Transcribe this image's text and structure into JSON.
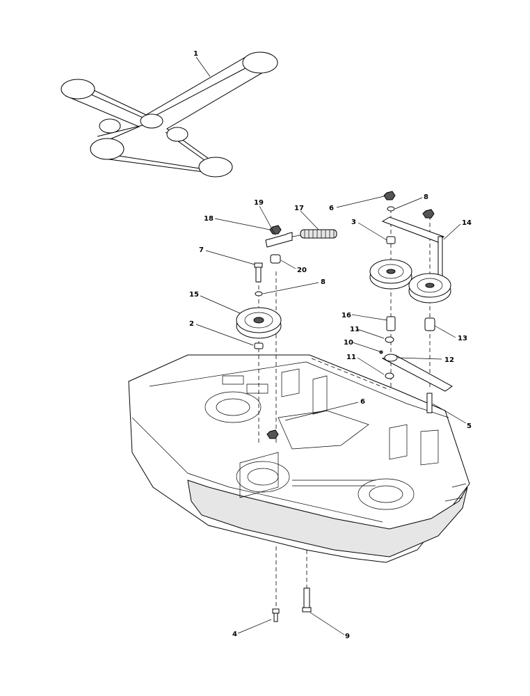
{
  "diagram": {
    "callouts": [
      "1",
      "19",
      "17",
      "18",
      "7",
      "20",
      "8",
      "15",
      "2",
      "6",
      "8",
      "3",
      "14",
      "16",
      "11",
      "10",
      "11",
      "12",
      "13",
      "6",
      "5",
      "4",
      "9"
    ]
  }
}
